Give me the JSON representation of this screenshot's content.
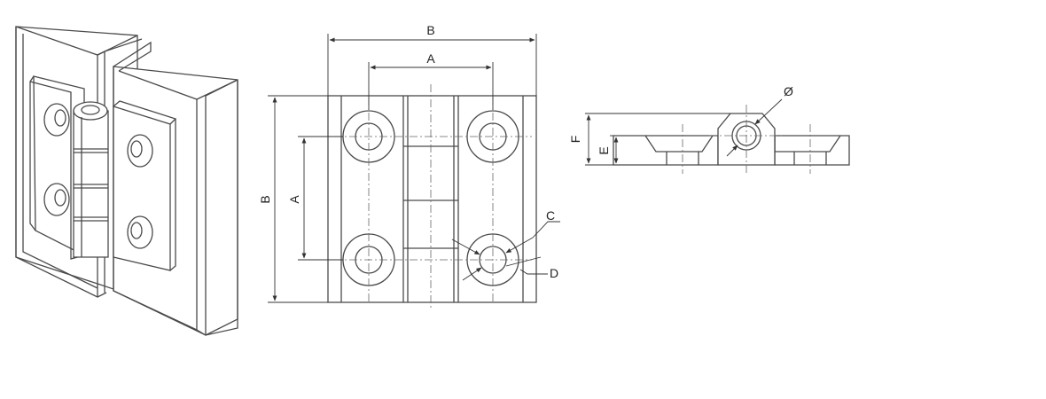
{
  "labels": {
    "width_top": "B",
    "hole_spacing_top": "A",
    "height_side": "B",
    "hole_spacing_side": "A",
    "countersink": "C",
    "hole": "D",
    "pin_diameter": "Ø",
    "overall_thickness": "F",
    "leaf_thickness": "E"
  },
  "colors": {
    "line": "#4a4a4a",
    "background": "#ffffff"
  }
}
